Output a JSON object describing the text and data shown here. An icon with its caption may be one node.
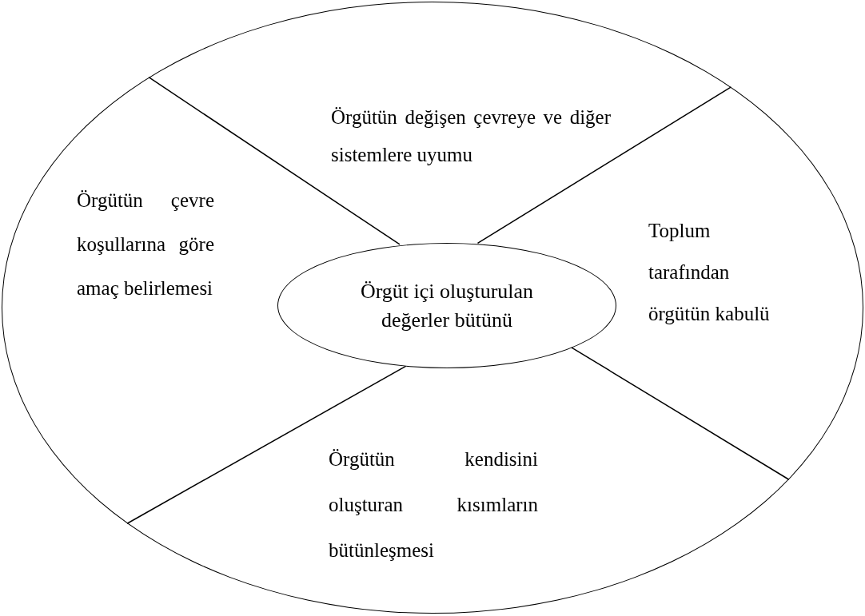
{
  "diagram": {
    "nodes": [
      {
        "text": [],
        "shape": "ellipse"
      },
      {
        "text": [
          "Örgütün değişen çevreye ve diğer sistemlere uyumu"
        ],
        "in": 0
      },
      {
        "text": [
          "Örgütün çevre koşullarına göre amaç belirlemesi"
        ],
        "in": 0
      },
      {
        "text": [
          "Örgüt içi oluşturulan değerler bütünü"
        ],
        "in": 0
      },
      {
        "text": [
          "Toplum tarafından örgütün kabulü"
        ],
        "in": 0
      },
      {
        "text": [
          "Örgütün kendisini oluşturan kısımların bütünleşmesi"
        ],
        "in": 0
      }
    ]
  }
}
